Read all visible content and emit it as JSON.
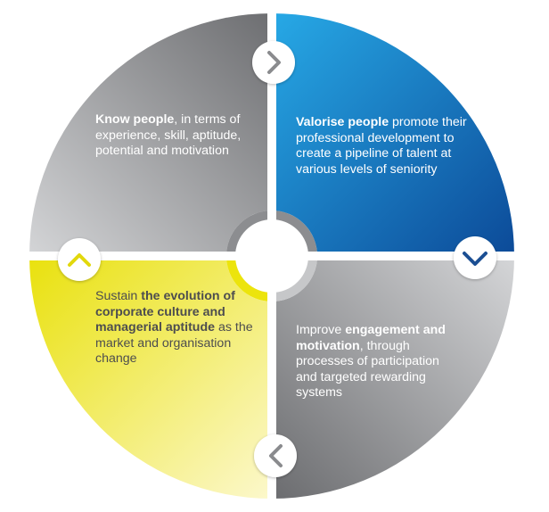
{
  "quadrants": {
    "top_left": {
      "bold": "Know people",
      "text": ", in terms of experience, skill, aptitude, potential and motivation"
    },
    "top_right": {
      "bold": "Valorise people",
      "text": " promote their professional development to create a pipeline of talent at various levels of seniority"
    },
    "bottom_right": {
      "pre": "Improve ",
      "bold": "engagement and motivation",
      "text": ", through processes of participation and targeted rewarding systems"
    },
    "bottom_left": {
      "pre": "Sustain ",
      "bold": "the evolution of corporate culture and managerial aptitude",
      "text": " as the market and organisation change"
    }
  },
  "arrows": {
    "top": "chevron-right-icon",
    "right": "chevron-down-icon",
    "bottom": "chevron-left-icon",
    "left": "chevron-up-icon"
  },
  "colors": {
    "grey_dark": "#6f7073",
    "grey_light": "#d2d3d5",
    "blue_dark": "#0d4d9a",
    "blue_light": "#25a8e5",
    "yellow_dark": "#e8e00a",
    "yellow_light": "#fbf7c2",
    "arrow_grey": "#8a8b8e",
    "arrow_blue": "#1b4f93",
    "arrow_yellow": "#e2d80c"
  }
}
